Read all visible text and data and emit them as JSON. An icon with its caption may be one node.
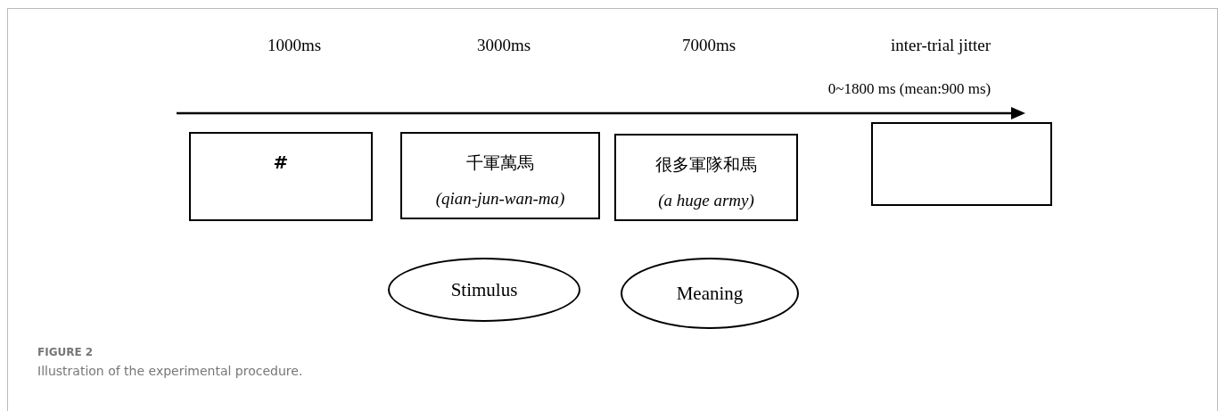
{
  "diagram": {
    "caption": "Illustration of the experimental procedure.",
    "nodes": [
      {
        "text": [
          "#"
        ]
      },
      {
        "text": [
          "千軍萬馬",
          "(qian-jun-wan-ma)"
        ]
      },
      {
        "text": [
          "很多軍隊和馬",
          "(a huge army)"
        ]
      },
      {
        "text": [],
        "shape": "box"
      },
      {
        "text": [
          "Stimulus"
        ]
      },
      {
        "text": [
          "Meaning"
        ]
      }
    ],
    "labels": [
      "1000ms",
      "3000ms",
      "7000ms",
      "inter-trial jitter",
      "0~1800 ms (mean:900 ms)",
      "FIGURE 2"
    ]
  }
}
